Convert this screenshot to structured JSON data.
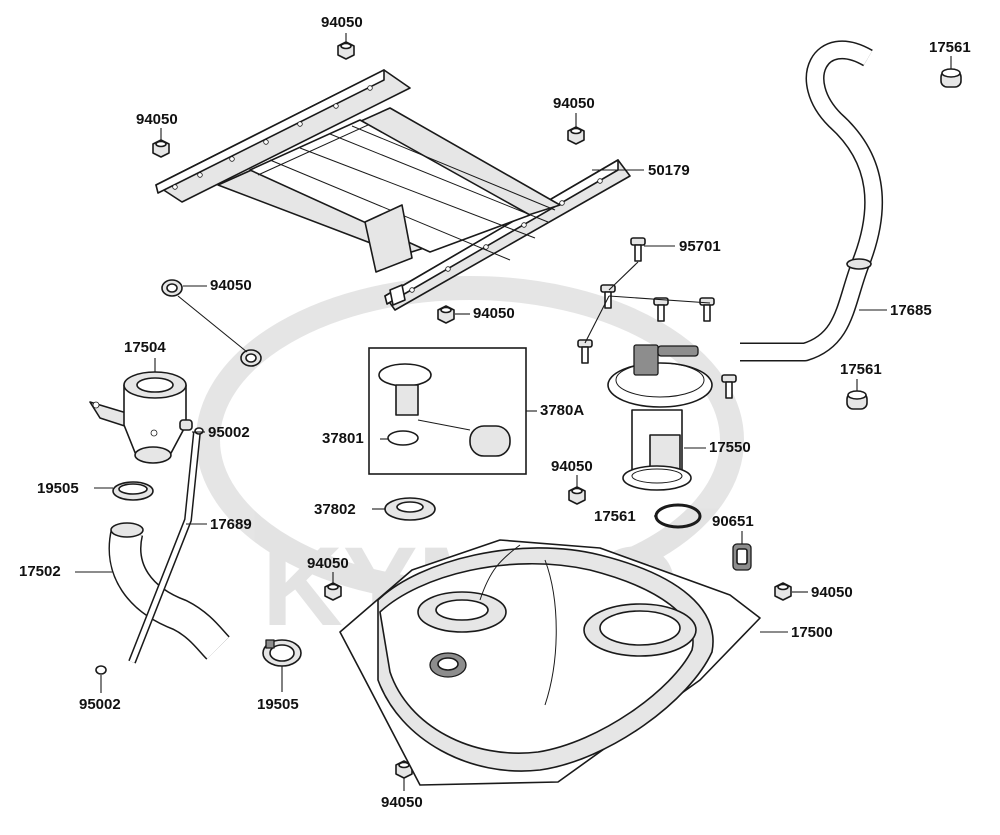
{
  "diagram": {
    "watermark": "KYMCO",
    "callouts": {
      "c_94050_top": "94050",
      "c_17561_topright": "17561",
      "c_94050_upleft": "94050",
      "c_94050_upmid": "94050",
      "c_50179": "50179",
      "c_95701": "95701",
      "c_94050_midleft": "94050",
      "c_94050_center": "94050",
      "c_17685": "17685",
      "c_17504": "17504",
      "c_17561_right": "17561",
      "c_3780A": "3780A",
      "c_95002_mid": "95002",
      "c_37801": "37801",
      "c_17550": "17550",
      "c_94050_pump": "94050",
      "c_19505_left": "19505",
      "c_37802": "37802",
      "c_17561_ring": "17561",
      "c_90651": "90651",
      "c_17689": "17689",
      "c_17502": "17502",
      "c_94050_lower": "94050",
      "c_94050_tankright": "94050",
      "c_17500": "17500",
      "c_95002_bottom": "95002",
      "c_19505_bottom": "19505",
      "c_94050_bottom": "94050"
    }
  }
}
